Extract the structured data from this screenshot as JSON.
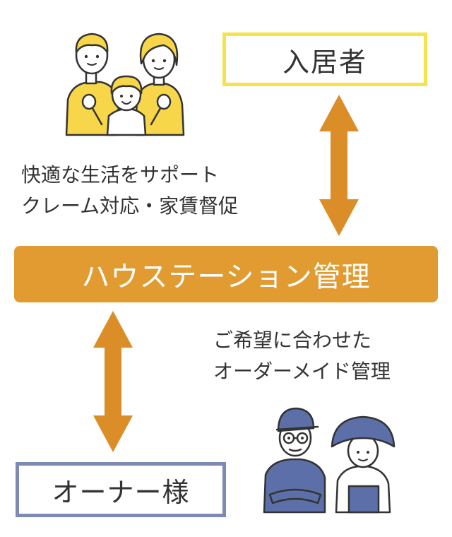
{
  "resident_label": "入居者",
  "owner_label": "オーナー様",
  "center_label": "ハウステーション管理",
  "resident_note": [
    "快適な生活をサポート",
    "クレーム対応・家賃督促"
  ],
  "owner_note": [
    "ご希望に合わせた",
    "オーダーメイド管理"
  ],
  "colors": {
    "accent": "#e19b30",
    "arrow": "#db8d27",
    "resident_border": "#f6e24a",
    "owner_border": "#7f8ab4",
    "family": "#f7d64a",
    "owners": "#5c6fa8"
  },
  "icons": [
    "family-illustration",
    "elderly-couple-illustration"
  ]
}
